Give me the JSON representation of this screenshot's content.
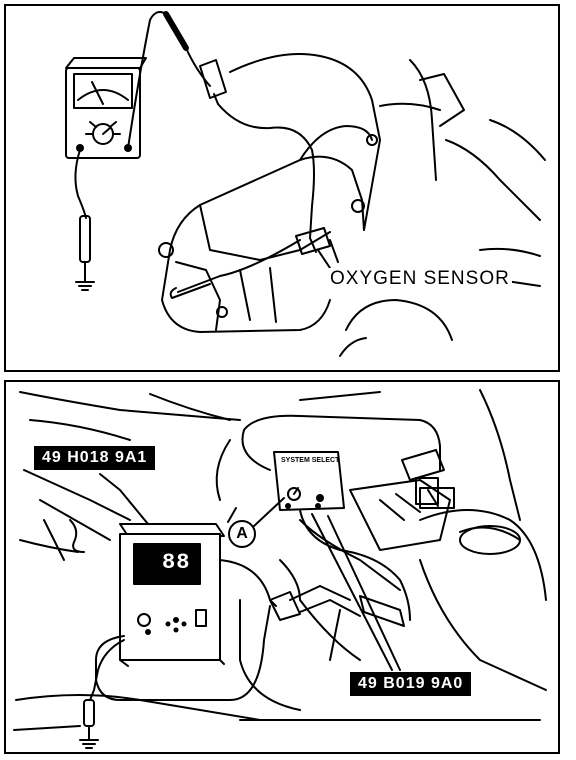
{
  "labels": {
    "oxygen_sensor": "OXYGEN SENSOR",
    "tool_h018": "49 H018 9A1",
    "tool_b019": "49 B019 9A0",
    "marker_a": "A",
    "display_digits": "88",
    "system_selector_title": "SYSTEM SELECT"
  }
}
